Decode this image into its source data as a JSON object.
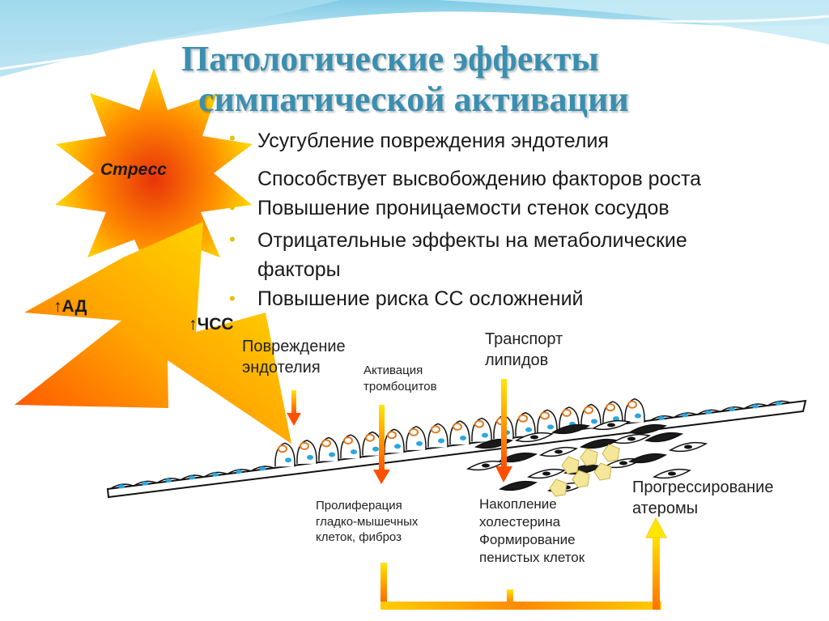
{
  "title": {
    "line1": "Патологические эффекты",
    "line2": "симпатической активации"
  },
  "bullets": [
    {
      "text": "Усугубление повреждения эндотелия",
      "dot": "•"
    },
    {
      "text": "Способствует высвобождению факторов роста",
      "dot": ""
    },
    {
      "text": "Повышение проницаемости стенок сосудов",
      "dot": "•"
    },
    {
      "text": "Отрицательные эффекты на метаболические",
      "dot": "•"
    },
    {
      "text": "факторы",
      "dot": ""
    },
    {
      "text": "Повышение риска СС осложнений",
      "dot": "•"
    }
  ],
  "stress": {
    "label": "Стресс",
    "bp": "↑АД",
    "hr": "↑ЧСС"
  },
  "diagram": {
    "endothelium_damage": [
      "Повреждение",
      "эндотелия"
    ],
    "platelet_activation": [
      "Активация",
      "тромбоцитов"
    ],
    "lipid_transport": [
      "Транспорт",
      "липидов"
    ],
    "proliferation": [
      "Пролиферация",
      "гладко-мышечных",
      "клеток, фиброз"
    ],
    "cholesterol": [
      "Накопление",
      "холестерина",
      "Формирование",
      "пенистых клеток"
    ],
    "atheroma": [
      "Прогрессирование",
      "атеромы"
    ]
  },
  "colors": {
    "title": "#3a8fb0",
    "bullet": "#e8c000",
    "sun_core": "#e8330a",
    "sun_edge": "#ffe600",
    "cell_nucleus": "#2aa7e0",
    "platelet": "#e07a20"
  }
}
